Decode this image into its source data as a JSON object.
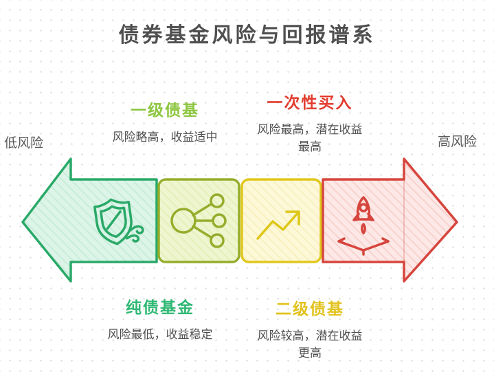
{
  "title": "债券基金风险与回报谱系",
  "axis": {
    "low_label": "低风险",
    "high_label": "高风险"
  },
  "segments": [
    {
      "name": "纯债基金",
      "label_position": "bottom",
      "desc_line1": "风险最低，收益稳定",
      "desc_line2": "",
      "icon": "shield-wind-icon",
      "accent_color": "#2eb873",
      "border_color": "#2aa968",
      "fill_color": "#ddf4e8"
    },
    {
      "name": "一级债基",
      "label_position": "top",
      "desc_line1": "风险略高，收益适中",
      "desc_line2": "",
      "icon": "network-branch-icon",
      "accent_color": "#8dc63f",
      "border_color": "#95ad2c",
      "fill_color": "#eef5cf"
    },
    {
      "name": "二级债基",
      "label_position": "bottom",
      "desc_line1": "风险较高，潜在收益",
      "desc_line2": "更高",
      "icon": "trend-up-icon",
      "accent_color": "#e2c21c",
      "border_color": "#e0c81d",
      "fill_color": "#fdf8d8"
    },
    {
      "name": "一次性买入",
      "label_position": "top",
      "desc_line1": "风险最高，潜在收益",
      "desc_line2": "最高",
      "icon": "rocket-launch-icon",
      "accent_color": "#e23b2e",
      "border_color": "#d6453d",
      "fill_color": "#fce8e6"
    }
  ],
  "other_colors": {
    "title_text": "#4f4f4f",
    "body_text": "#4f4f4f",
    "axis_text": "#5a5a5a",
    "background": "#ffffff",
    "dot_grid": "#e4e4e4"
  }
}
